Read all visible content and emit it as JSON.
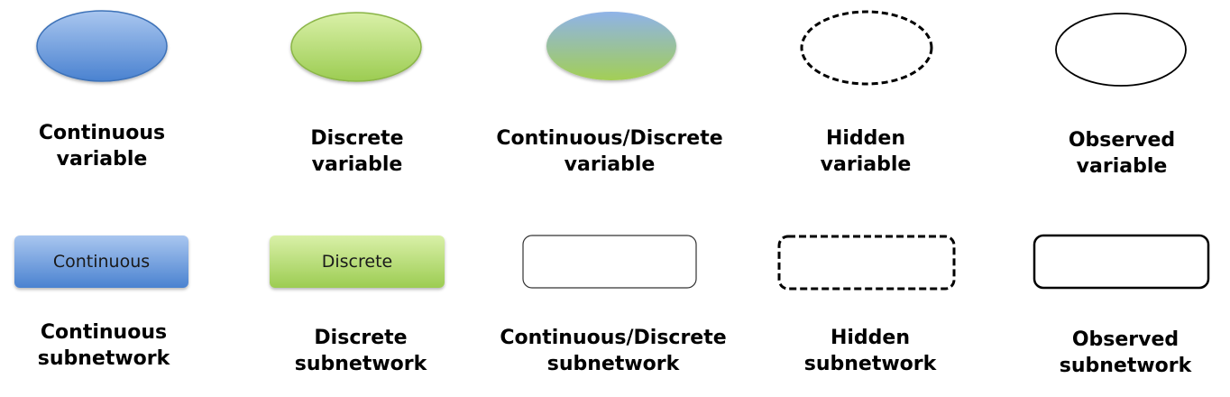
{
  "colors": {
    "continuous_light": "#a9c6ef",
    "continuous_dark": "#4a82d0",
    "continuous_stroke": "#3e72b8",
    "discrete_light": "#d9f0a8",
    "discrete_dark": "#9ccc52",
    "discrete_stroke": "#8ab546",
    "mixed_top": "#8fb3e8",
    "mixed_bottom": "#a3cf55",
    "outline": "#000000"
  },
  "variables": [
    {
      "kind": "continuous",
      "caption_line1": "Continuous",
      "caption_line2": "variable"
    },
    {
      "kind": "discrete",
      "caption_line1": "Discrete",
      "caption_line2": "variable"
    },
    {
      "kind": "mixed",
      "caption_line1": "Continuous/Discrete",
      "caption_line2": "variable"
    },
    {
      "kind": "hidden",
      "caption_line1": "Hidden",
      "caption_line2": "variable"
    },
    {
      "kind": "observed",
      "caption_line1": "Observed",
      "caption_line2": "variable"
    }
  ],
  "subnetworks": [
    {
      "kind": "continuous",
      "box_label": "Continuous",
      "caption_line1": "Continuous",
      "caption_line2": "subnetwork"
    },
    {
      "kind": "discrete",
      "box_label": "Discrete",
      "caption_line1": "Discrete",
      "caption_line2": "subnetwork"
    },
    {
      "kind": "mixed",
      "box_label": "",
      "caption_line1": "Continuous/Discrete",
      "caption_line2": "subnetwork"
    },
    {
      "kind": "hidden",
      "box_label": "",
      "caption_line1": "Hidden",
      "caption_line2": "subnetwork"
    },
    {
      "kind": "observed",
      "box_label": "",
      "caption_line1": "Observed",
      "caption_line2": "subnetwork"
    }
  ]
}
